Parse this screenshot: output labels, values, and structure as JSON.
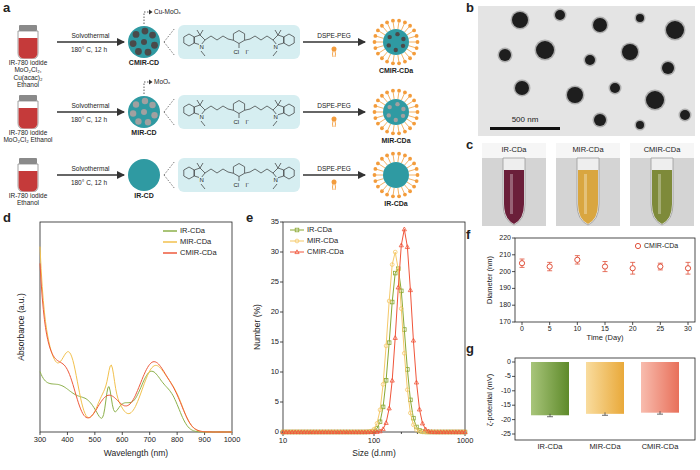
{
  "diagram": {
    "nodes": [
      {
        "text": [
          "IR-780 iodide MoO₂Cl₂, Cu(acac)₂ Ethanol"
        ]
      },
      {
        "text": [
          "CMIR-CD"
        ]
      },
      {
        "text": [
          "N",
          "N",
          "Cl",
          "I⁻"
        ]
      },
      {
        "text": [
          "CMIR-CDa"
        ]
      },
      {
        "text": [
          "IR-780 iodide MoO₂Cl₂ Ethanol"
        ]
      },
      {
        "text": [
          "MIR-CD"
        ]
      },
      {
        "text": [
          "N",
          "N",
          "Cl",
          "I⁻"
        ]
      },
      {
        "text": [
          "MIR-CDa"
        ]
      },
      {
        "text": [
          "IR-780 iodide Ethanol"
        ]
      },
      {
        "text": [
          "IR-CD"
        ]
      },
      {
        "text": [
          "N",
          "N",
          "Cl",
          "I⁻"
        ]
      },
      {
        "text": [
          "IR-CDa"
        ]
      }
    ],
    "edges": [
      {
        "from": 0,
        "to": 1,
        "label": "Solvothermal",
        "arrow": "to"
      },
      {
        "from": 1,
        "to": 2,
        "arrow": "none"
      },
      {
        "from": 2,
        "to": 3,
        "label": "DSPE-PEG",
        "arrow": "to"
      },
      {
        "from": 4,
        "to": 5,
        "label": "Solvothermal",
        "arrow": "to"
      },
      {
        "from": 5,
        "to": 6,
        "arrow": "none"
      },
      {
        "from": 6,
        "to": 7,
        "label": "DSPE-PEG",
        "arrow": "to"
      },
      {
        "from": 8,
        "to": 9,
        "label": "Solvothermal",
        "arrow": "to"
      },
      {
        "from": 9,
        "to": 10,
        "arrow": "none"
      },
      {
        "from": 10,
        "to": 11,
        "label": "DSPE-PEG",
        "arrow": "to"
      }
    ],
    "labels": [
      "a",
      "b",
      "c",
      "d",
      "e",
      "f",
      "g",
      "180° C, 12 h",
      "180° C, 12 h",
      "180° C, 12 h",
      "Cu-MoOₓ",
      "MoOₓ",
      "500 nm",
      "IR-CDa",
      "MIR-CDa",
      "CMIR-CDa",
      "Absorbance (a.u.)",
      "Wavelength (nm)",
      "300",
      "400",
      "500",
      "600",
      "700",
      "800",
      "900",
      "1000",
      "Number (%)",
      "Size (d.nm)",
      "0",
      "5",
      "10",
      "15",
      "20",
      "25",
      "30",
      "35",
      "10",
      "100",
      "1000",
      "Diameter (nm)",
      "Time (Day)",
      "170",
      "180",
      "190",
      "200",
      "210",
      "220",
      "0",
      "5",
      "10",
      "15",
      "20",
      "25",
      "30",
      "ζ-potential (mV)",
      "0",
      "-5",
      "-10",
      "-15",
      "-20",
      "-25",
      "IR-CDa",
      "MIR-CDa",
      "CMIR-CDa"
    ],
    "legend": [
      {
        "text": "IR-CDa"
      },
      {
        "text": "MIR-CDa"
      },
      {
        "text": "CMIR-CDa"
      },
      {
        "text": "IR-CDa"
      },
      {
        "text": "MIR-CDa"
      },
      {
        "text": "CMIR-CDa"
      },
      {
        "text": "CMIR-CDa"
      }
    ]
  }
}
